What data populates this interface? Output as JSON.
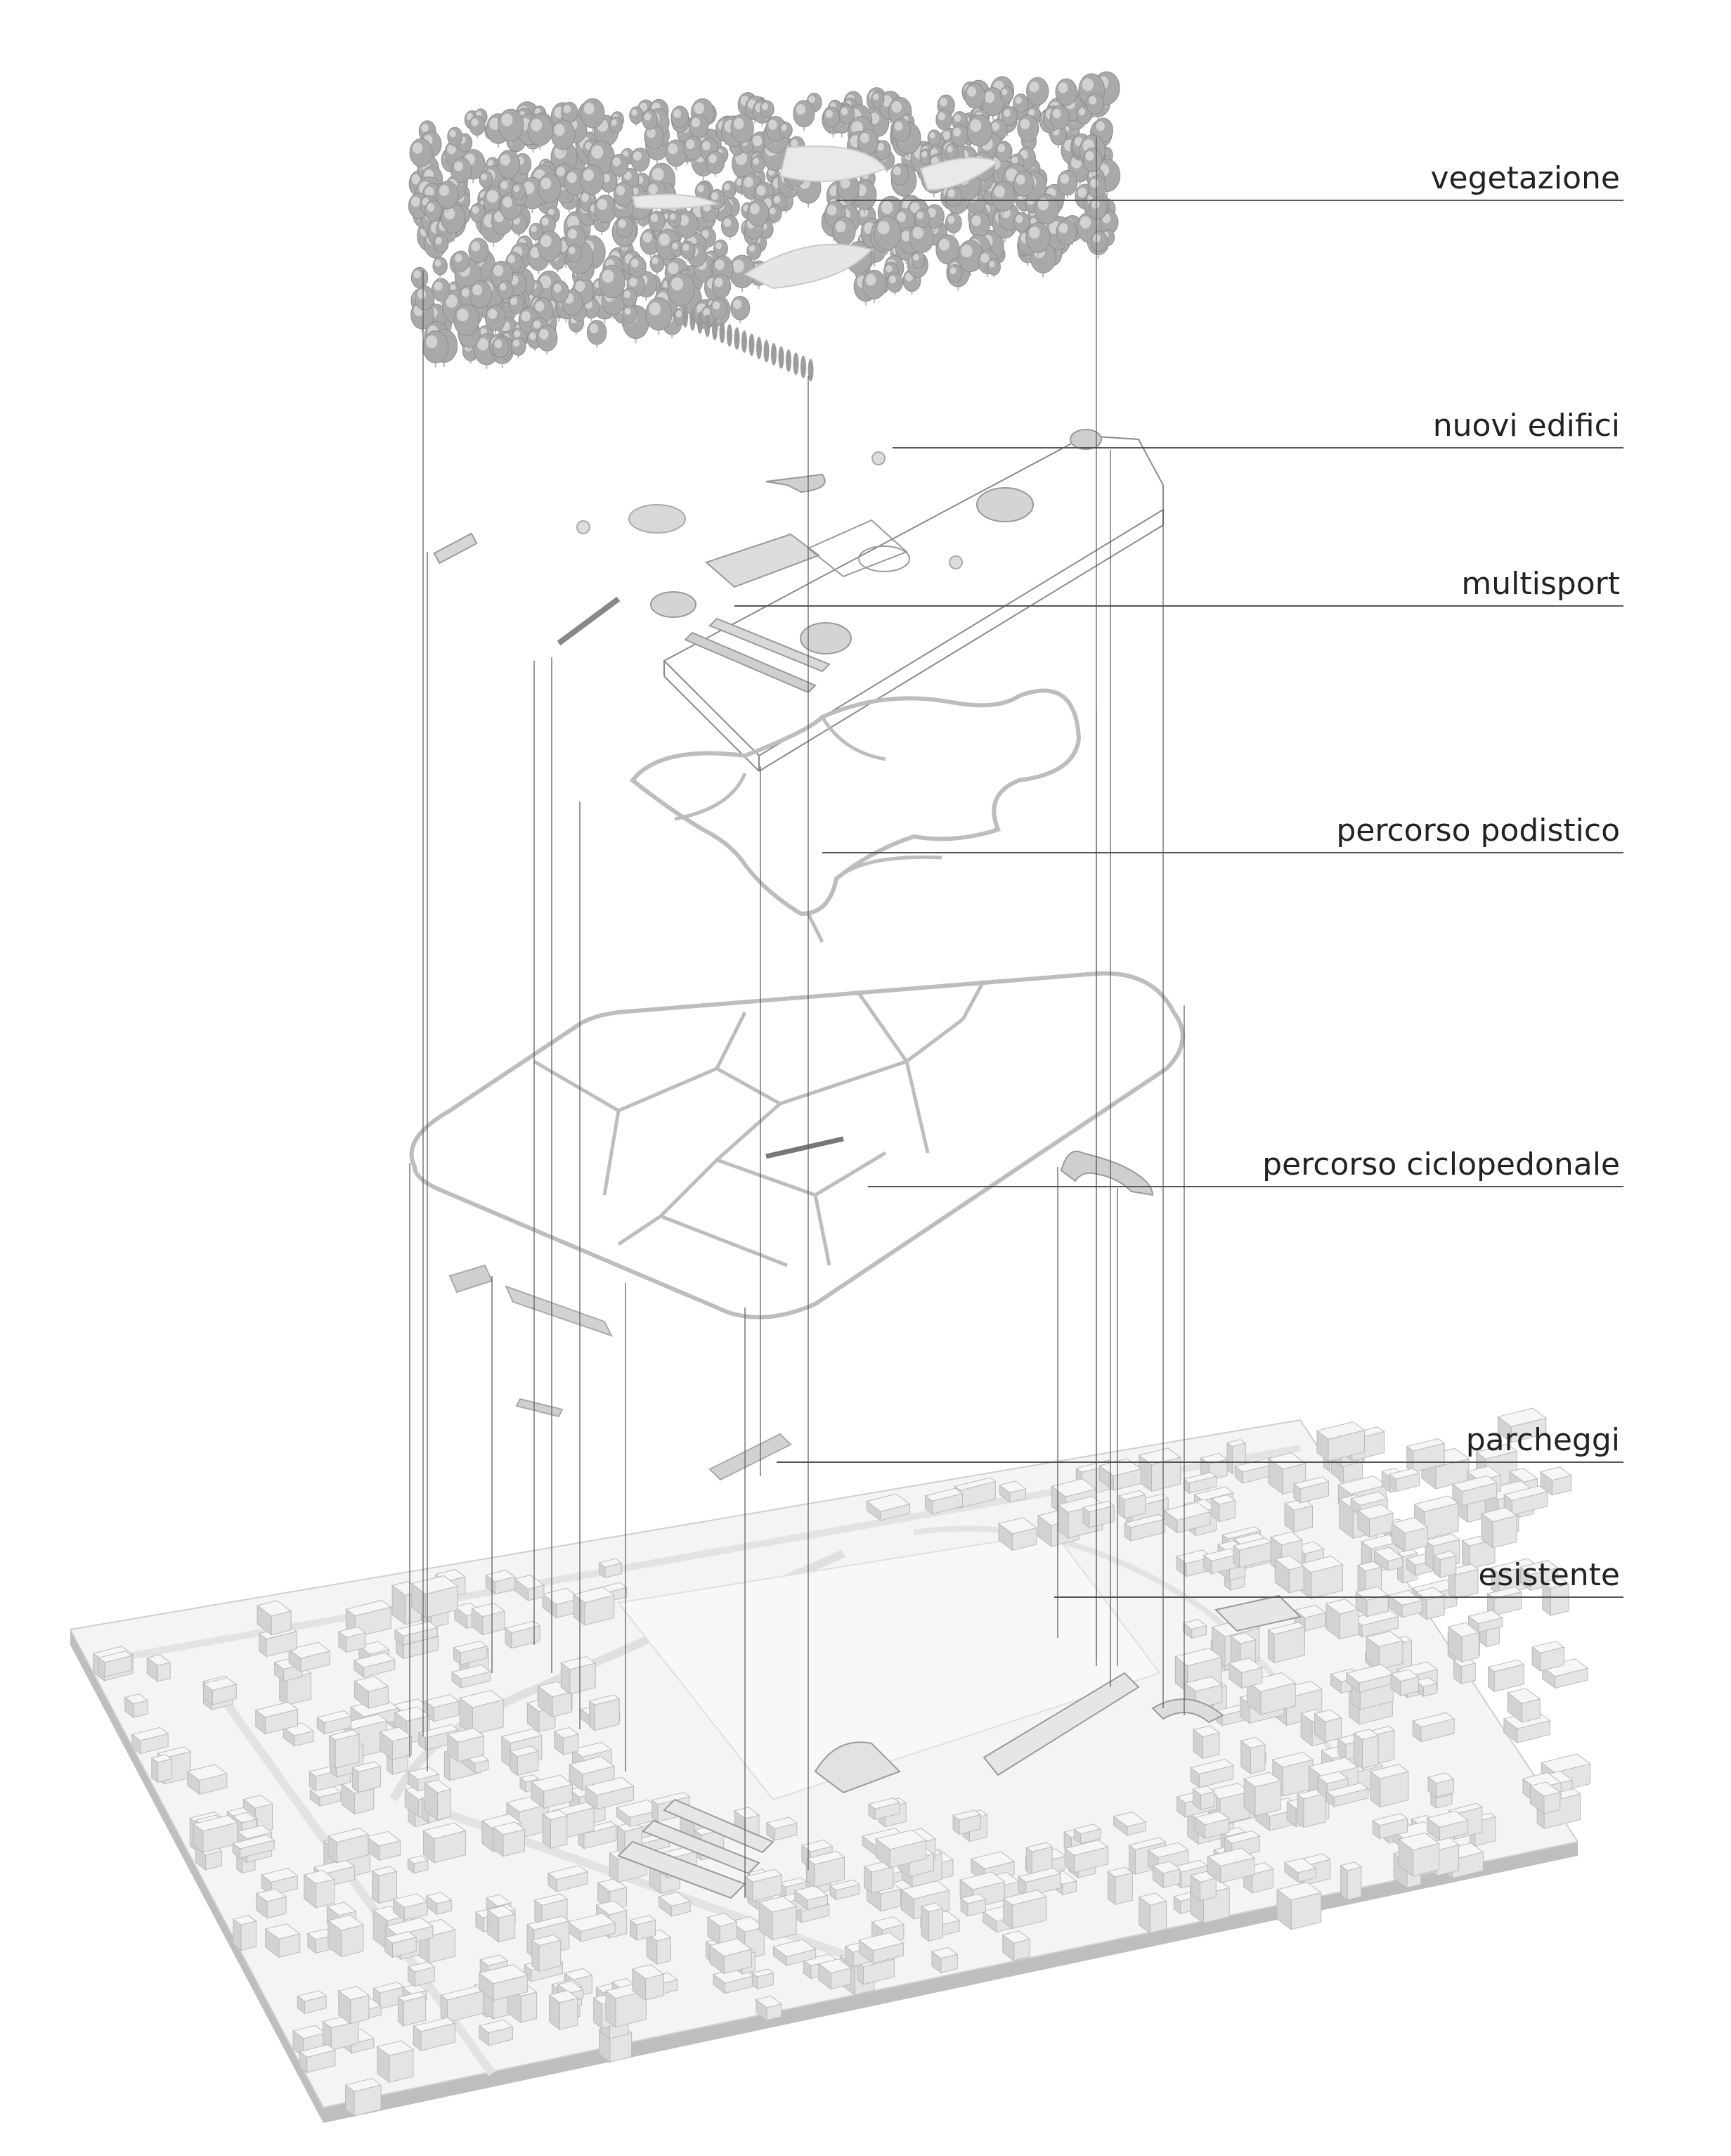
{
  "layers": [
    {
      "id": "vegetazione",
      "label": "vegetazione"
    },
    {
      "id": "nuovi-edifici",
      "label": "nuovi edifici"
    },
    {
      "id": "multisport",
      "label": "multisport"
    },
    {
      "id": "percorso-podistico",
      "label": "percorso podistico"
    },
    {
      "id": "percorso-ciclopedonale",
      "label": "percorso ciclopedonale"
    },
    {
      "id": "parcheggi",
      "label": "parcheggi"
    },
    {
      "id": "esistente",
      "label": "esistente"
    }
  ],
  "colors": {
    "background": "#ffffff",
    "line": "#555555",
    "path_stroke": "#bdbdbd",
    "building_top": "#f6f6f6",
    "building_side": "#d2d2d2",
    "tree": "#a9a9a9"
  }
}
